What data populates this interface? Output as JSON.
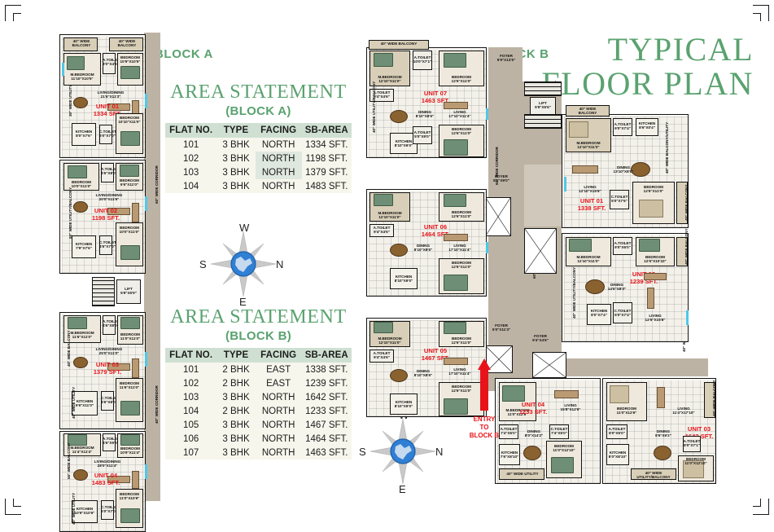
{
  "document": {
    "title_line1": "TYPICAL",
    "title_line2": "FLOOR PLAN",
    "block_a_label": "BLOCK A",
    "block_b_label": "BLOCK B"
  },
  "area_statement_a": {
    "heading": "AREA STATEMENT",
    "subheading": "(BLOCK A)",
    "columns": [
      "FLAT NO.",
      "TYPE",
      "FACING",
      "SB-AREA"
    ],
    "rows": [
      {
        "flat_no": "101",
        "type": "3 BHK",
        "facing": "NORTH",
        "sb_area": "1334 SFT."
      },
      {
        "flat_no": "102",
        "type": "3 BHK",
        "facing": "NORTH",
        "sb_area": "1198 SFT."
      },
      {
        "flat_no": "103",
        "type": "3 BHK",
        "facing": "NORTH",
        "sb_area": "1379 SFT."
      },
      {
        "flat_no": "104",
        "type": "3 BHK",
        "facing": "NORTH",
        "sb_area": "1483 SFT."
      }
    ]
  },
  "area_statement_b": {
    "heading": "AREA STATEMENT",
    "subheading": "(BLOCK B)",
    "columns": [
      "FLAT NO.",
      "TYPE",
      "FACING",
      "SB-AREA"
    ],
    "rows": [
      {
        "flat_no": "101",
        "type": "2 BHK",
        "facing": "EAST",
        "sb_area": "1338 SFT."
      },
      {
        "flat_no": "102",
        "type": "2 BHK",
        "facing": "EAST",
        "sb_area": "1239 SFT."
      },
      {
        "flat_no": "103",
        "type": "3 BHK",
        "facing": "NORTH",
        "sb_area": "1642 SFT."
      },
      {
        "flat_no": "104",
        "type": "2 BHK",
        "facing": "NORTH",
        "sb_area": "1233 SFT."
      },
      {
        "flat_no": "105",
        "type": "3 BHK",
        "facing": "NORTH",
        "sb_area": "1467 SFT."
      },
      {
        "flat_no": "106",
        "type": "3 BHK",
        "facing": "NORTH",
        "sb_area": "1464 SFT."
      },
      {
        "flat_no": "107",
        "type": "3 BHK",
        "facing": "NORTH",
        "sb_area": "1463 SFT."
      }
    ]
  },
  "compass": {
    "north": "N",
    "south": "S",
    "east": "E",
    "west": "W"
  },
  "entry_note": {
    "line1": "ENTRY",
    "line2": "TO",
    "line3": "BLOCK B"
  },
  "block_a_units": [
    {
      "unit": "UNIT 01",
      "area": "1334 SFT."
    },
    {
      "unit": "UNIT 02",
      "area": "1198 SFT."
    },
    {
      "unit": "UNIT 03",
      "area": "1379 SFT."
    },
    {
      "unit": "UNIT 04",
      "area": "1483 SFT."
    }
  ],
  "block_b_units": [
    {
      "unit": "UNIT 01",
      "area": "1338 SFT."
    },
    {
      "unit": "UNIT 02",
      "area": "1239 SFT."
    },
    {
      "unit": "UNIT 03",
      "area": "1642 SFT."
    },
    {
      "unit": "UNIT 04",
      "area": "1233 SFT."
    },
    {
      "unit": "UNIT 05",
      "area": "1467 SFT."
    },
    {
      "unit": "UNIT 06",
      "area": "1464 SFT."
    },
    {
      "unit": "UNIT 07",
      "area": "1463 SFT."
    }
  ],
  "block_a_rooms": {
    "u1_bal1": "40\" WIDE\nBALCONY",
    "u1_bal2": "40\" WIDE\nBALCONY",
    "u1_mbed": "M.BEDROOM\n11'10\"X10'5\"",
    "u1_atoilet": "A.TOILET\n8'0\"X4'6\"",
    "u1_bed2": "BEDROOM\n10'9\"X10'5\"",
    "u1_living": "LIVING/DINING\n21'6\"X11'3\"",
    "u1_kitchen": "KITCHEN\n8'0\"X7'6\"",
    "u1_ctoilet": "C.TOILET\n5'0\"X7'0\"",
    "u1_bed3": "BEDROOM\n10'10\"X11'0\"",
    "u1_utility": "30\" WIDE UTILITY",
    "u2_bed1": "BEDROOM\n10'0\"X11'0\"",
    "u2_atoilet": "A.TOILET\n4'6\"X8'0\"",
    "u2_bed2": "BEDROOM\n9'6\"X11'0\"",
    "u2_living": "LIVING/DINING\n20'0\"X11'6\"",
    "u2_kitchen": "KITCHEN\n7'9\"X7'6\"",
    "u2_ctoilet": "C.TOILET\n4'6\"X7'0\"",
    "u2_bed3": "BEDROOM\n10'0\"X11'0\"",
    "u2_balcony": "55\" WIDE UTILITY/BALCONY",
    "u3_mbed": "M.BEDROOM\n11'6\"X11'0\"",
    "u3_atoilet": "A.TOILET\n4'6\"X8'0\"",
    "u3_bed2": "BEDROOM\n11'0\"X11'0\"",
    "u3_living": "LIVING/DINING\n25'0\"X11'0\"",
    "u3_kitchen": "KITCHEN\n9'6\"X11'0\"",
    "u3_ctoilet": "C.TOILET\n4'6\"X8'0\"",
    "u3_bed3": "BEDROOM\n11'6\"X11'0\"",
    "u3_bal": "40\" WIDE BALCONY",
    "u3_util": "40\" WIDE UTILITY",
    "u4_mbed": "M.BEDROOM\n11'4\"X11'4\"",
    "u4_atoilet": "A.TOILET\n4'6\"X9'0\"",
    "u4_bed2": "BEDROOM\n10'9\"X11'4\"",
    "u4_living": "LIVING/DINING\n28'0\"X11'4\"",
    "u4_kitchen": "KITCHEN\n10'9\"X10'6\"",
    "u4_ctoilet": "C.TOILET\n5'0\"X7'0\"",
    "u4_bed3": "BEDROOM\n11'0\"X10'9\"",
    "u4_bal": "55\" WIDE BALCONY",
    "u4_util": "40\" WIDE UTILITY",
    "lift": "LIFT\n5'9\"X5'9\"",
    "corridor": "60\" WIDE CORRIDOR",
    "corridor2": "40\" WIDE CORRIDOR"
  },
  "block_b_rooms": {
    "u7_bal": "40\" WIDE BALCONY",
    "u7_mbed": "M.BEDROOM\n12'10\"X11'0\"",
    "u7_atoilet1": "A.TOILET\n10'0\"X7'1\"",
    "u7_bed2": "BEDROOM\n12'6\"X11'0\"",
    "u7_atoilet2": "A.TOILET\n9'4\"X4'6\"",
    "u7_dining": "DINING\n8'10\"X8'6\"",
    "u7_living": "LIVING\n17'10\"X11'4\"",
    "u7_kitchen": "KITCHEN\n8'10\"X9'0\"",
    "u7_atoilet3": "A.TOILET\n5'0\"X9'0\"",
    "u7_bed3": "BEDROOM\n12'6\"X11'0\"",
    "u7_util": "40\" WIDE UTILITY/BALCONY",
    "u6_mbed": "M.BEDROOM\n12'10\"X11'0\"",
    "u6_atoilet": "A.TOILET\n9'4\"X4'6\"",
    "u6_bed2": "BEDROOM\n12'6\"X11'0\"",
    "u6_dining": "DINING\n8'10\"X8'6\"",
    "u6_living": "LIVING\n17'10\"X11'4\"",
    "u6_kitchen": "KITCHEN\n8'10\"X9'0\"",
    "u6_bed3": "BEDROOM\n12'6\"X11'0\"",
    "u5_mbed": "M.BEDROOM\n12'10\"X11'0\"",
    "u5_atoilet": "A.TOILET\n9'4\"X4'6\"",
    "u5_bed2": "BEDROOM\n12'6\"X11'0\"",
    "u5_dining": "DINING\n8'10\"X8'6\"",
    "u5_living": "LIVING\n17'10\"X11'4\"",
    "u5_kitchen": "KITCHEN\n8'10\"X9'0\"",
    "u5_bed3": "BEDROOM\n12'6\"X11'0\"",
    "u1_bal": "40\" WIDE\nBALCONY",
    "u1_mbed": "M.BEDROOM\n12'10\"X11'0\"",
    "u1_atoilet": "A.TOILET\n9'0\"X7'4\"",
    "u1_kitchen": "KITCHEN\n8'6\"X0'4\"",
    "u1_dining": "DINING\n13'10\"X8'0\"",
    "u1_living": "LIVING\n12'10\"X15'8\"",
    "u1_ctoilet": "C.TOILET\n5'0\"X7'6\"",
    "u1_bed2": "BEDROOM\n12'6\"X11'0\"",
    "u1_balcony2": "40\" WIDE BALCONY",
    "u1_util": "40\" WIDE BALCONY/UTILITY",
    "u2_mbed": "M.BEDROOM\n12'10\"X11'0\"",
    "u2_atoilet": "A.TOILET\n9'0\"X6'0\"",
    "u2_bed2": "BEDROOM\n12'6\"X10'10\"",
    "u2_dining": "DINING\n14'6\"X8'0\"",
    "u2_kitchen": "KITCHEN\n8'0\"X7'4\"",
    "u2_ctoilet": "C.TOILET\n5'0\"X7'4\"",
    "u2_living": "LIVING\n12'6\"X15'8\"",
    "u2_bal": "40\" WIDE BALCONY",
    "u2_util": "40\" WIDE UTILITY/BALCONY",
    "u4_mbed": "M.BEDROOM\n11'0\"X12'6\"",
    "u4_atoilet": "A.TOILET\n7'4\"X5'0\"",
    "u4_living": "LIVING\n15'8\"X12'6\"",
    "u4_dining": "DINING\n8'0\"X14'2\"",
    "u4_kitchen": "KITCHEN\n7'6\"X8'10\"",
    "u4_ctoilet": "C.TOILET\n7'4\"X5'0\"",
    "u4_bed2": "BEDROOM\n11'0\"X12'10\"",
    "u4_util": "40\" WIDE UTILITY",
    "u3_bed": "BEDROOM\n11'0\"X12'6\"",
    "u3_living": "LIVING\n11'4\"X17'10\"",
    "u3_atoilet": "A.TOILET\n8'0\"X5'0\"",
    "u3_dining": "DINING\n8'6\"X9'2\"",
    "u3_kitchen": "KITCHEN\n8'0\"X8'10\"",
    "u3_atoilet2": "A.TOILET\n8'0\"X7'1\"",
    "u3_bed2": "BEDROOM\n11'0\"X12'10\"",
    "u3_util": "40\" WIDE UTILITY/BALCONY",
    "u3_bal": "40\" WIDE BALCONY",
    "foyer1": "FOYER\n9'9\"X13'5\"",
    "foyer2": "FOYER\n8'0\"X9'0\"",
    "foyer3": "FOYER\n5'0\"X11'3\"",
    "foyer4": "FOYER\n9'4\"X4'6\"",
    "ver": "VER.\n8'10\"X4'6\"",
    "lift": "LIFT\n5'9\"X5'6\"",
    "corridor1": "60\" WIDE CORRIDOR",
    "corridor2": "60\" WIDE CORRIDOR",
    "corridor3": "60\" WIDE CORRIDOR",
    "corridor4": "40\" WIDE CORRIDOR"
  },
  "colors": {
    "green": "#5aa26f",
    "red": "#e8131a",
    "table_header": "#cfe0d2",
    "table_cell": "#f7f6ec",
    "corridor": "#bdb3a4"
  }
}
